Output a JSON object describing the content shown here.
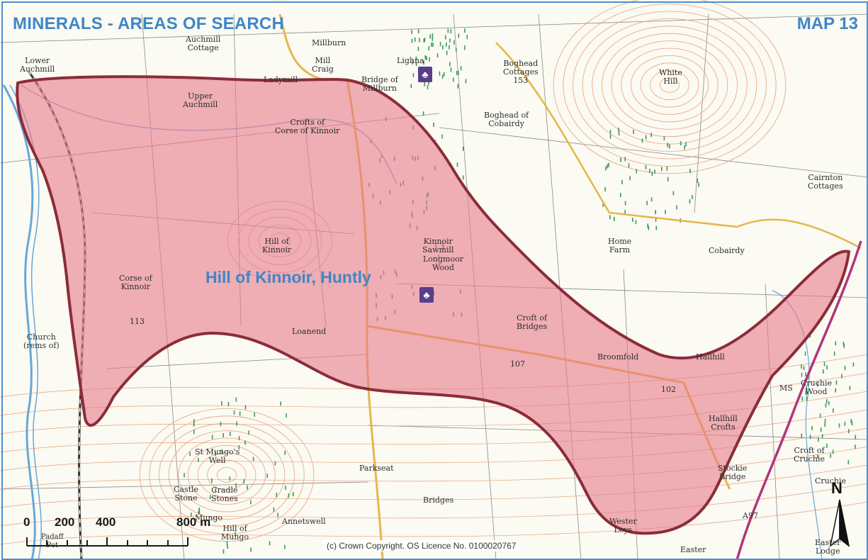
{
  "map": {
    "title": "MINERALS - AREAS OF SEARCH",
    "map_number": "MAP 13",
    "site_label": "Hill of Kinnoir, Huntly",
    "copyright": "(c) Crown Copyright. OS Licence No. 0100020767",
    "north_label": "N",
    "area_fill_color": "#e8798a",
    "area_outline_color": "#8b2c39",
    "label_color": "#3f86c8",
    "road_color": "#e6b64a",
    "main_road_color": "#b2357a",
    "water_color": "#66a8d8",
    "contour_color": "#e8a27a",
    "icons": [
      "picnic-site-icon",
      "picnic-site-icon",
      "north-arrow-icon"
    ]
  },
  "scale_bar": {
    "labels": [
      "0",
      "200",
      "400",
      "800 m"
    ]
  },
  "places": {
    "lower_auchmill": "Lower\nAuchmill",
    "auchmill_cottage": "Auchmill\nCottage",
    "millburn": "Millburn",
    "mill_craig": "Mill\nCraig",
    "lighna": "Lighna",
    "bridge_of_millburn": "Bridge of\nMillburn",
    "boghead_cottages": "Boghead\nCottages\n153",
    "white_hill": "White\nHill",
    "upper_auchmill": "Upper\nAuchmill",
    "ladymill": "Ladymill",
    "crofts_of_corse": "Crofts of\nCorse of Kinnoir",
    "boghead_of_cobairdy": "Boghead of\nCobairdy",
    "cairnton_cottages": "Cairnton\nCottages",
    "home_farm": "Home\nFarm",
    "cobairdy": "Cobairdy",
    "kinnoir_sawmill": "Kinnoir\nSawmill",
    "longmoor_wood": "Longmoor\nWood",
    "hill_of_kinnoir": "Hill of\nKinnoir",
    "corse_of_kinnoir": "Corse of\nKinnoir",
    "church": "Church\n(rems of)",
    "spot_113": "113",
    "loanend": "Loanend",
    "croft_of_bridges": "Croft of\nBridges",
    "broomfold": "Broomfold",
    "hallhill": "Hallhill",
    "spot_107": "107",
    "spot_102": "102",
    "hallhill_crofts": "Hallhill\nCrofts",
    "cruchie_wood": "Cruchie\nWood",
    "ms": "MS",
    "croft_of_cruchie": "Croft of\nCruchie",
    "cruchie": "Cruchie",
    "stockie_bridge": "Stockie\nBridge",
    "a97": "A97",
    "parkseat": "Parkseat",
    "bridges": "Bridges",
    "st_mungos_well": "St Mungo's\nWell",
    "castle_stone": "Castle\nStone",
    "cradle_stones": "Cradle\nStones",
    "mungo": "Mungo",
    "hill_of_mungo": "Hill of\nMungo",
    "annetswell": "Annetswell",
    "wester_leys": "Wester\nLeys",
    "easter": "Easter",
    "easter_lodge": "Easter\nLodge",
    "padaff": "Padaff\nPot"
  }
}
